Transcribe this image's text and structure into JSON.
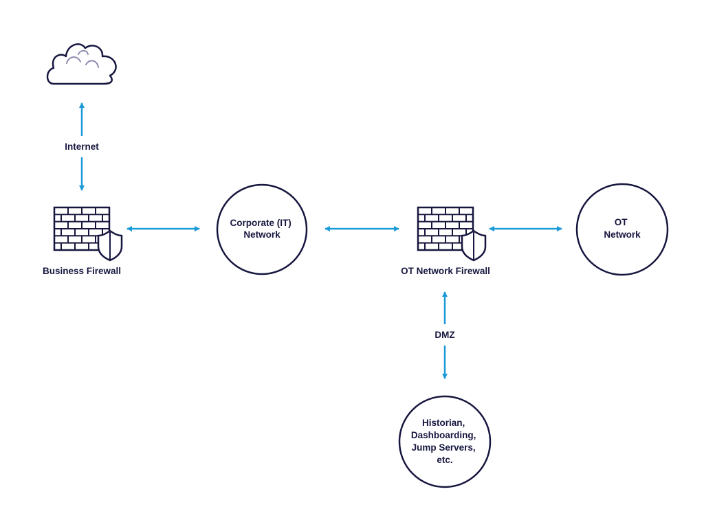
{
  "colors": {
    "ink": "#16163f",
    "arrow": "#1a9ad6",
    "cloud_detail": "#8c8ab0",
    "background": "#ffffff"
  },
  "nodes": {
    "internet_cloud": {
      "icon": "cloud-icon"
    },
    "business_firewall": {
      "icon": "firewall-shield-icon",
      "label": "Business Firewall"
    },
    "corporate_network": {
      "shape": "circle",
      "lines": [
        "Corporate (IT)",
        "Network"
      ]
    },
    "ot_firewall": {
      "icon": "firewall-shield-icon",
      "label": "OT Network Firewall"
    },
    "ot_network": {
      "shape": "circle",
      "lines": [
        "OT",
        "Network"
      ]
    },
    "dmz_services": {
      "shape": "circle",
      "lines": [
        "Historian,",
        "Dashboarding,",
        "Jump Servers,",
        "etc."
      ]
    }
  },
  "edges": {
    "internet": {
      "label": "Internet",
      "direction": "bidirectional",
      "from": "business_firewall",
      "to": "internet_cloud"
    },
    "business_to_corporate": {
      "label": "",
      "direction": "bidirectional",
      "from": "business_firewall",
      "to": "corporate_network"
    },
    "corporate_to_ot_firewall": {
      "label": "",
      "direction": "bidirectional",
      "from": "corporate_network",
      "to": "ot_firewall"
    },
    "ot_firewall_to_ot": {
      "label": "",
      "direction": "bidirectional",
      "from": "ot_firewall",
      "to": "ot_network"
    },
    "dmz": {
      "label": "DMZ",
      "direction": "bidirectional",
      "from": "ot_firewall",
      "to": "dmz_services"
    }
  }
}
